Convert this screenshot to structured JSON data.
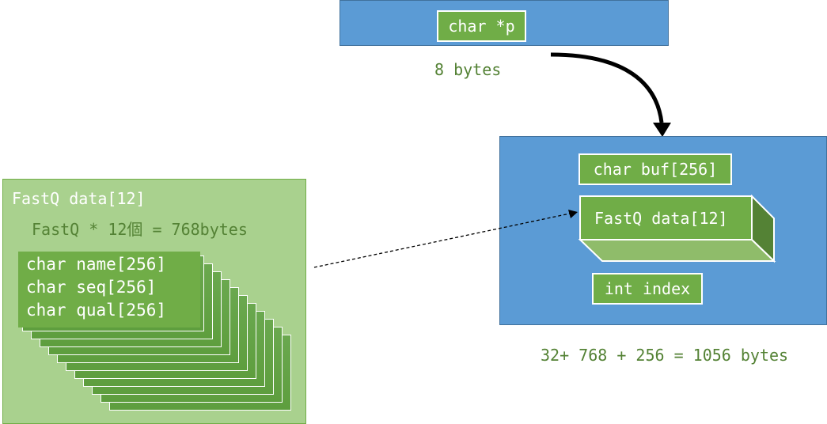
{
  "pointer_box": {
    "label": "char *p",
    "size_label": "8 bytes"
  },
  "struct_box": {
    "buf_label": "char buf[256]",
    "data_label": "FastQ data[12]",
    "index_label": "int index",
    "total_label": "32+ 768 + 256 = 1056 bytes"
  },
  "array_panel": {
    "title": "FastQ data[12]",
    "subtitle": "FastQ * 12個 = 768bytes",
    "fields": [
      "char name[256]",
      "char seq[256]",
      "char qual[256]"
    ],
    "stack_count": 12
  },
  "colors": {
    "blue": "#5b9bd5",
    "green": "#70ad47",
    "light_green": "#a9d18e",
    "dark_green_text": "#548235"
  }
}
